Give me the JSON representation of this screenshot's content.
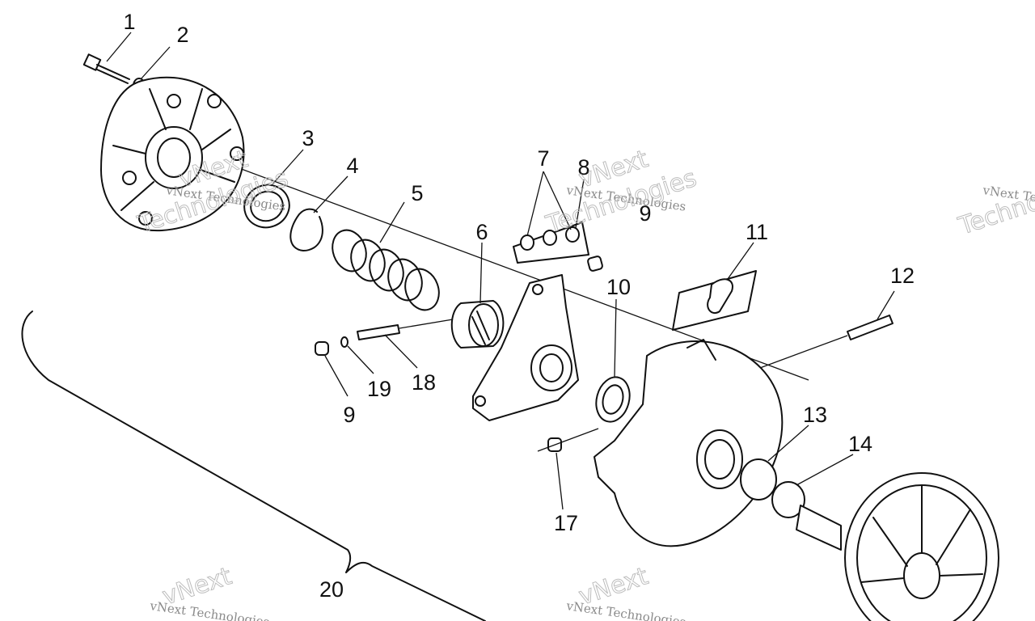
{
  "diagram": {
    "labels": [
      "1",
      "2",
      "3",
      "4",
      "5",
      "6",
      "7",
      "8",
      "9",
      "10",
      "11",
      "12",
      "13",
      "14",
      "17",
      "9",
      "19",
      "18",
      "20"
    ]
  },
  "watermark": {
    "line1": "vNext Technologies",
    "line2": "vNext",
    "line3": "Technologies"
  }
}
